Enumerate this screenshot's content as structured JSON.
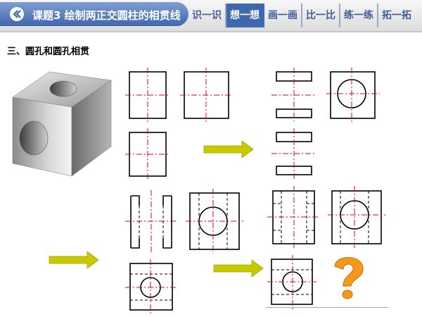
{
  "header": {
    "title": "课题3 绘制两正交圆柱的相贯线",
    "tabs": [
      {
        "label": "识一识",
        "active": false
      },
      {
        "label": "想一想",
        "active": true
      },
      {
        "label": "画一画",
        "active": false
      },
      {
        "label": "比一比",
        "active": false
      },
      {
        "label": "练一练",
        "active": false
      },
      {
        "label": "拓一拓",
        "active": false
      }
    ]
  },
  "section": {
    "title": "三、圆孔和圆孔相贯"
  },
  "colors": {
    "accent": "#3f67ad",
    "arrow": "#c8c800",
    "centerline": "#e2001a",
    "question": "#f39a1e"
  },
  "icons": {
    "back": "chevron-left-icon",
    "question": "question-mark-icon",
    "arrow": "right-arrow-icon"
  }
}
